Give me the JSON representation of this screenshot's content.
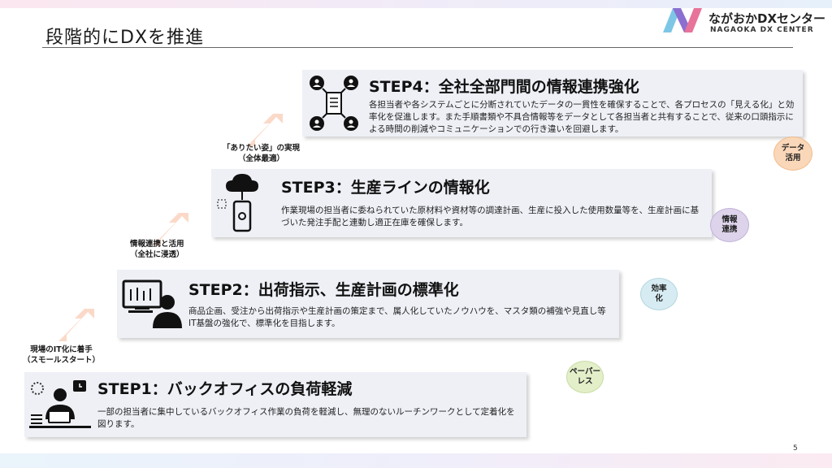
{
  "header": {
    "title": "段階的にDXを推進",
    "logo_jp": "ながおかDXセンター",
    "logo_en": "NAGAOKA DX CENTER"
  },
  "steps": [
    {
      "title": "STEP1：バックオフィスの負荷軽減",
      "desc": "一部の担当者に集中しているバックオフィス作業の負荷を軽減し、無理のないルーチンワークとして定着化を図ります。"
    },
    {
      "title": "STEP2：出荷指示、生産計画の標準化",
      "desc": "商品企画、受注から出荷指示や生産計画の策定まで、属人化していたノウハウを、マスタ類の補強や見直し等IT基盤の強化で、標準化を目指します。"
    },
    {
      "title": "STEP3：生産ラインの情報化",
      "desc": "作業現場の担当者に委ねられていた原材料や資材等の調達計画、生産に投入した使用数量等を、生産計画に基づいた発注手配と連動し適正在庫を確保します。"
    },
    {
      "title": "STEP4：全社全部門間の情報連携強化",
      "desc": "各担当者や各システムごとに分断されていたデータの一貫性を確保することで、各プロセスの「見える化」と効率化を促進します。また手順書類や不具合情報等をデータとして各担当者と共有することで、従来の口頭指示による時間の削減やコミュニケーションでの行き違いを回避します。"
    }
  ],
  "notes": {
    "n1_line1": "現場のIT化に着手",
    "n1_line2": "（スモールスタート）",
    "n2_line1": "情報連携と活用",
    "n2_line2": "（全社に浸透）",
    "n3_line1": "「ありたい姿」の実現",
    "n3_line2": "（全体最適）"
  },
  "bubbles": [
    {
      "line1": "ペーパー",
      "line2": "レス",
      "color": "#e3efc9",
      "border": "#c9dca5"
    },
    {
      "line1": "効率",
      "line2": "化",
      "color": "#d6ecf2",
      "border": "#b6d7e1"
    },
    {
      "line1": "情報",
      "line2": "連携",
      "color": "#ddd3ea",
      "border": "#c2b2da"
    },
    {
      "line1": "データ",
      "line2": "活用",
      "color": "#fad7b8",
      "border": "#f0bd8e"
    }
  ],
  "page_number": "5",
  "colors": {
    "arrow": "#fbd9c8",
    "card": "#eef0f6"
  }
}
